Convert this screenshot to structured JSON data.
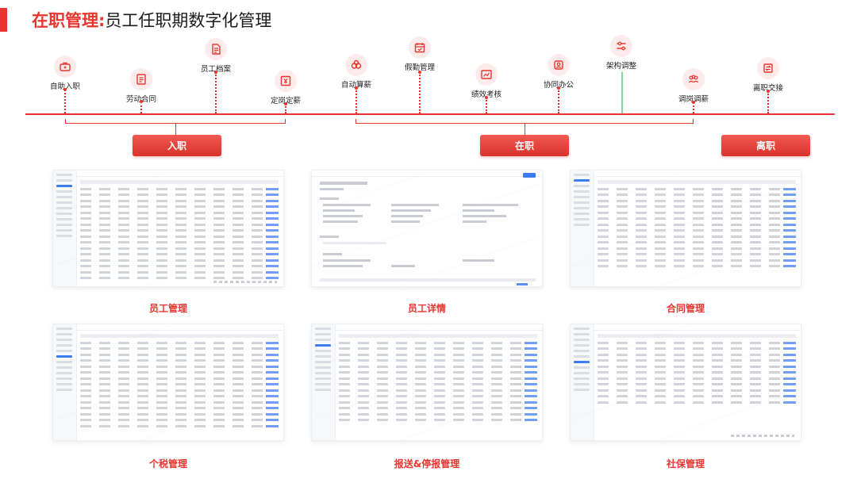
{
  "title": {
    "highlight": "在职管理",
    "sep": ":",
    "rest": "员工任职期数字化管理"
  },
  "timeline": {
    "nodes": [
      {
        "label": "自助入职",
        "icon": "briefcase-icon"
      },
      {
        "label": "劳动合同",
        "icon": "contract-icon"
      },
      {
        "label": "员工档案",
        "icon": "document-icon"
      },
      {
        "label": "定岗定薪",
        "icon": "salary-icon"
      },
      {
        "label": "自动算薪",
        "icon": "calculator-icon"
      },
      {
        "label": "假勤管理",
        "icon": "calendar-icon"
      },
      {
        "label": "绩效考核",
        "icon": "chart-icon"
      },
      {
        "label": "协同办公",
        "icon": "team-icon"
      },
      {
        "label": "架构调整",
        "icon": "sliders-icon"
      },
      {
        "label": "调岗调薪",
        "icon": "people-icon"
      },
      {
        "label": "离职交接",
        "icon": "exit-icon"
      }
    ],
    "phases": [
      "入职",
      "在职",
      "离职"
    ]
  },
  "modules": [
    "员工管理",
    "员工详情",
    "合同管理",
    "个税管理",
    "报送&停报管理",
    "社保管理"
  ],
  "colors": {
    "accent": "#e8362f",
    "link": "#3d7bf2",
    "tint": "#fdeaea"
  }
}
